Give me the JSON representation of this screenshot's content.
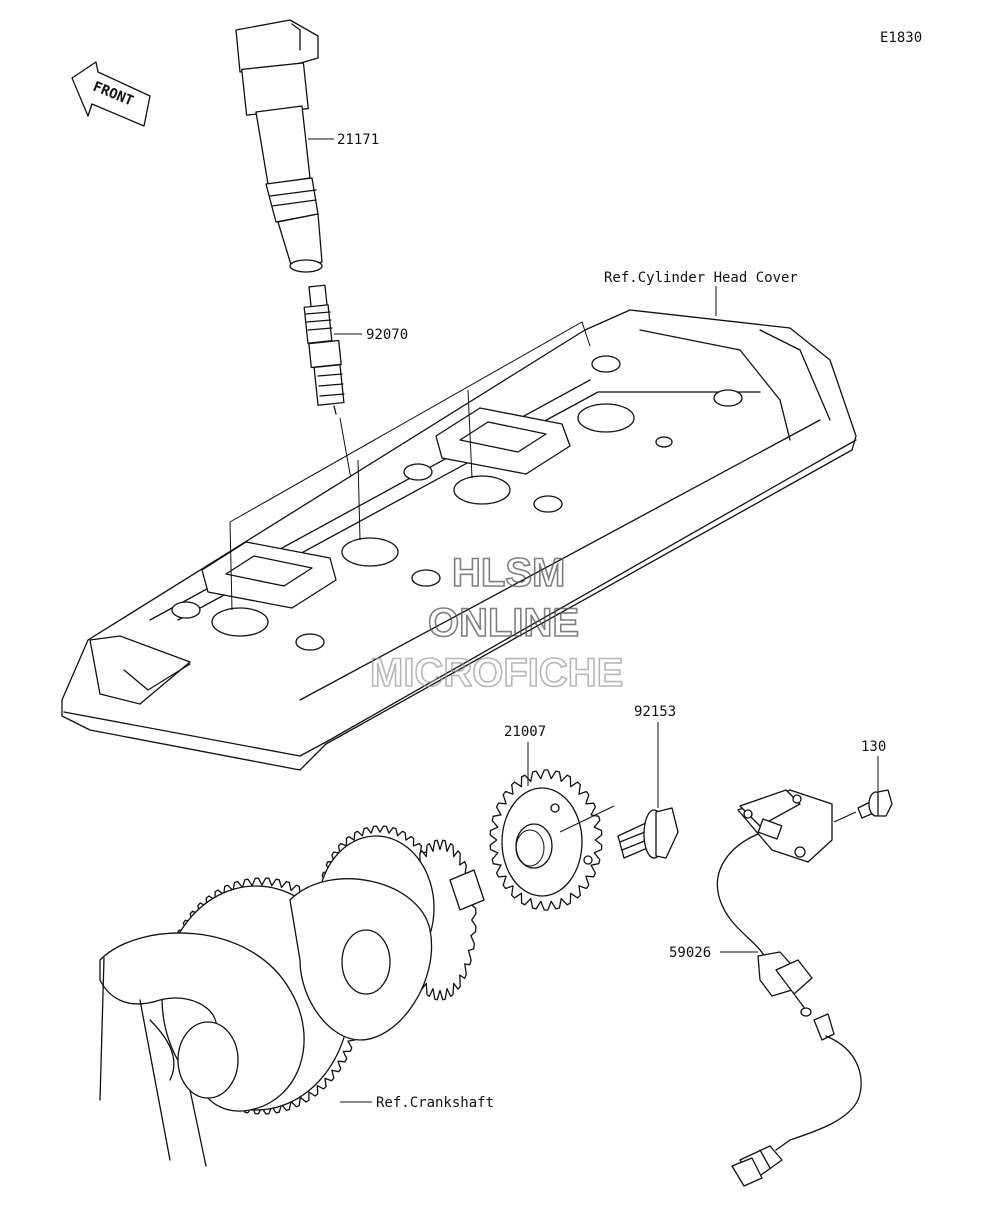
{
  "diagram": {
    "code": "E1830",
    "front_label": "FRONT",
    "labels": {
      "ignition_coil": "21171",
      "spark_plug": "92070",
      "cylinder_head_cover_ref": "Ref.Cylinder Head Cover",
      "timing_rotor": "21007",
      "rotor_bolt": "92153",
      "sensor_bolt": "130",
      "crankshaft_sensor": "59026",
      "crankshaft_ref": "Ref.Crankshaft"
    },
    "watermark": [
      "HLSM",
      "ONLINE",
      "MICROFICHE"
    ]
  }
}
